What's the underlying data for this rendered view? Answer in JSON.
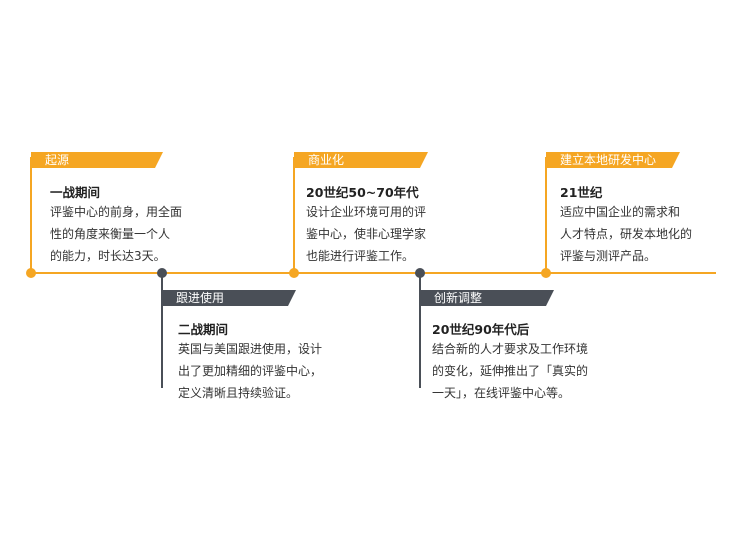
{
  "timeline": [
    {
      "tag": "起源",
      "title": "一战期间",
      "desc_lines": [
        "评鉴中心的前身，用全面",
        "性的角度来衡量一个人",
        "的能力，时长达3天。"
      ]
    },
    {
      "tag": "跟进使用",
      "title": "二战期间",
      "desc_lines": [
        "英国与美国跟进使用，设计",
        "出了更加精细的评鉴中心，",
        "定义清晰且持续验证。"
      ]
    },
    {
      "tag": "商业化",
      "title": "20世纪50~70年代",
      "desc_lines": [
        "设计企业环境可用的评",
        "鉴中心，使非心理学家",
        "也能进行评鉴工作。"
      ]
    },
    {
      "tag": "创新调整",
      "title": "20世纪90年代后",
      "desc_lines": [
        "结合新的人才要求及工作环境",
        "的变化，延伸推出了「真实的",
        "一天」，在线评鉴中心等。"
      ]
    },
    {
      "tag": "建立本地研发中心",
      "title": "21世纪",
      "desc_lines": [
        "适应中国企业的需求和",
        "人才特点，研发本地化的",
        "评鉴与测评产品。"
      ]
    }
  ],
  "colors": {
    "accent": "#f5a623",
    "dark": "#4a4f57"
  }
}
